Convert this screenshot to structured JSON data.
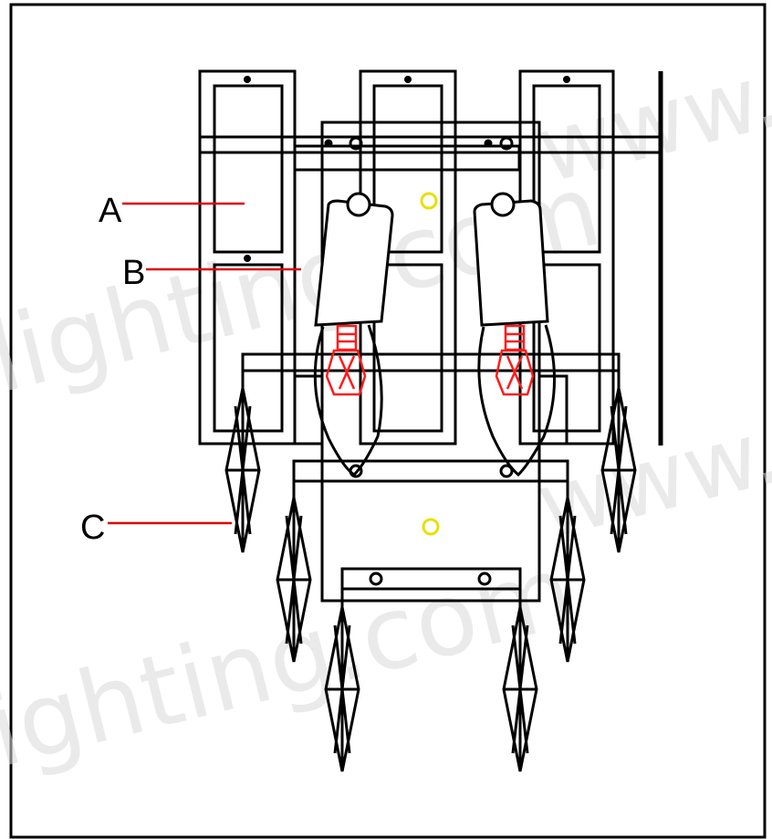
{
  "labels": [
    {
      "id": "A",
      "text": "A"
    },
    {
      "id": "B",
      "text": "B"
    },
    {
      "id": "C",
      "text": "C"
    }
  ],
  "watermark": {
    "line1": "lighting.com",
    "line2": "www.",
    "line3": "ighting.com",
    "line4": "www."
  },
  "colors": {
    "stroke": "#000000",
    "leader": "#e00000",
    "bulb": "#ff1a1a",
    "marker": "#e8e000",
    "watermark": "#d9d9d9"
  }
}
